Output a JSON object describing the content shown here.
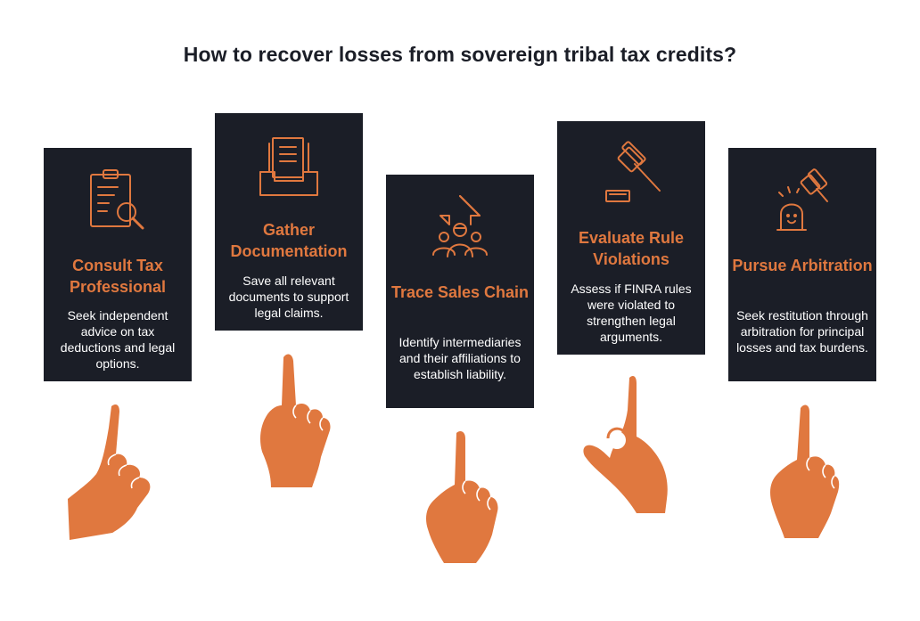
{
  "title": "How to recover losses from sovereign tribal tax credits?",
  "colors": {
    "card_bg": "#1b1e27",
    "accent": "#e0783f",
    "text": "#ffffff",
    "title": "#1b1e27"
  },
  "steps": [
    {
      "icon": "clipboard-search-icon",
      "heading": "Consult Tax Professional",
      "text": "Seek independent advice on tax deductions and legal options."
    },
    {
      "icon": "document-tray-icon",
      "heading": "Gather Documentation",
      "text": "Save all relevant documents to support legal claims."
    },
    {
      "icon": "people-arrow-up-icon",
      "heading": "Trace Sales Chain",
      "text": "Identify intermediaries and their affiliations to establish liability."
    },
    {
      "icon": "gavel-icon",
      "heading": "Evaluate Rule Violations",
      "text": "Assess if FINRA rules were violated to strengthen legal arguments."
    },
    {
      "icon": "gavel-bell-icon",
      "heading": "Pursue Arbitration",
      "text": "Seek restitution through arbitration for principal losses and tax burdens."
    }
  ]
}
